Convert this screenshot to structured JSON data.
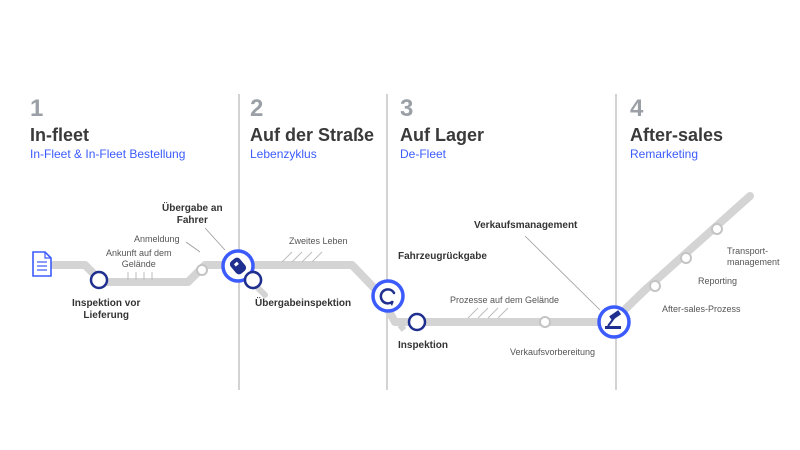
{
  "phases": [
    {
      "number": "1",
      "title": "In-fleet",
      "subtitle": "In-Fleet & In-Fleet Bestellung"
    },
    {
      "number": "2",
      "title": "Auf der Straße",
      "subtitle": "Lebenzyklus"
    },
    {
      "number": "3",
      "title": "Auf Lager",
      "subtitle": "De-Fleet"
    },
    {
      "number": "4",
      "title": "After-sales",
      "subtitle": "Remarketing"
    }
  ],
  "labels": {
    "ankunft": "Ankunft auf dem\nGelände",
    "anmeldung": "Anmeldung",
    "uebergabe_fahrer": "Übergabe an\nFahrer",
    "inspektion_vor": "Inspektion vor\nLieferung",
    "zweites_leben": "Zweites Leben",
    "uebergabeinspektion": "Übergabeinspektion",
    "fahrzeugrueckgabe": "Fahrzeugrückgabe",
    "prozesse": "Prozesse auf dem Gelände",
    "inspektion": "Inspektion",
    "verkaufsmanagement": "Verkaufsmanagement",
    "verkaufsvorbereitung": "Verkaufsvorbereitung",
    "after_sales_prozess": "After-sales-Prozess",
    "reporting": "Reporting",
    "transport": "Transport-\nmanagement"
  },
  "colors": {
    "accent": "#3b5bfd",
    "route": "#d4d4d4",
    "node": "#1f2f8f",
    "text": "#3a3a3a"
  },
  "icons": [
    "document-icon",
    "key-icon",
    "return-icon",
    "gavel-icon"
  ]
}
